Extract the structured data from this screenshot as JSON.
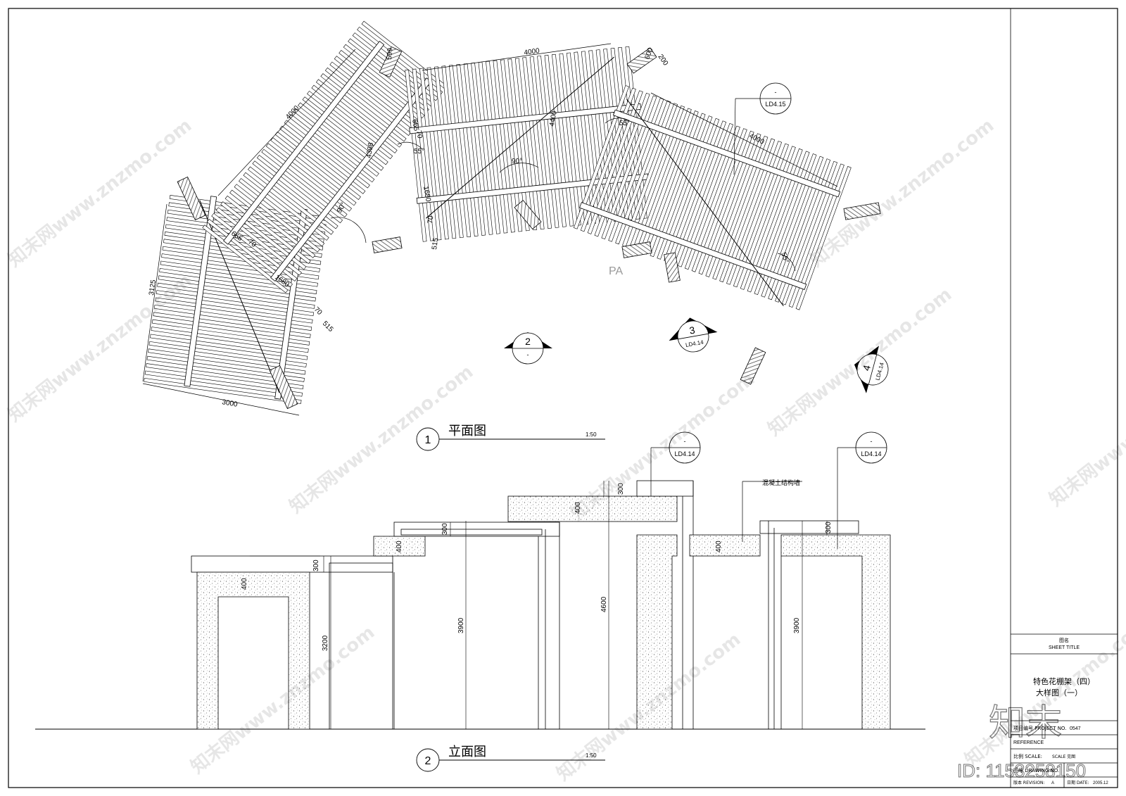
{
  "plan": {
    "title": "平面图",
    "number": "1",
    "scale": "1:50",
    "dims": {
      "d4000_a": "4000",
      "d4000_b": "4000",
      "d4000_c": "4000",
      "d3125": "3125",
      "d3000": "3000",
      "d4398": "4398",
      "d4400": "4400",
      "d1680_a": "1680",
      "d1680_b": "1680",
      "d665_a": "665",
      "d665_b": "665",
      "d515_a": "515",
      "d515_b": "515",
      "d70_a": "70",
      "d70_b": "70",
      "d70_c": "70",
      "d70_d": "70",
      "d599": "599",
      "d600": "600",
      "d200": "200",
      "ang90_a": "90°",
      "ang90_b": "90°",
      "ang55_a": "55°",
      "ang55_b": "55°",
      "ang55_c": "55°",
      "pa_label": "PA"
    },
    "callout_ref": {
      "dash": "-",
      "sheet": "LD4.15"
    },
    "section_markers": [
      {
        "num": "2",
        "sheet": "-"
      },
      {
        "num": "3",
        "sheet": "LD4.14"
      },
      {
        "num": "4",
        "sheet": "LD4.14"
      }
    ]
  },
  "elevation": {
    "title": "立面图",
    "number": "2",
    "scale": "1:50",
    "dims": {
      "d300_a": "300",
      "d300_b": "300",
      "d300_c": "300",
      "d300_d": "300",
      "d400_a": "400",
      "d400_b": "400",
      "d400_c": "400",
      "d400_d": "400",
      "d3200": "3200",
      "d3900_a": "3900",
      "d3900_b": "3900",
      "d4600": "4600"
    },
    "callouts": [
      {
        "dash": "-",
        "sheet": "LD4.14"
      },
      {
        "dash": "-",
        "sheet": "LD4.14"
      }
    ],
    "note": "混凝土结构墙"
  },
  "title_block": {
    "sheet_title_cn": "图名",
    "sheet_title_en": "SHEET TITLE",
    "drawing_name_line1": "特色花棚架（四）",
    "drawing_name_line2": "大样图（一）",
    "project_label": "项目编号 PROJECT NO.",
    "project_value": "0547",
    "reference_label": "REFERENCE",
    "scale_label": "比例 SCALE:",
    "scale_value": "SCALE 见图",
    "drawing_no_label": "图号 DRAWING NO.",
    "revision_label": "版本 REVISION:",
    "revision_value": "A",
    "date_label": "日期 DATE:",
    "date_value": "2005.12"
  },
  "watermark": {
    "text": "知末网www.znzmo.com",
    "logo": "知末",
    "id": "ID: 1153258150"
  }
}
